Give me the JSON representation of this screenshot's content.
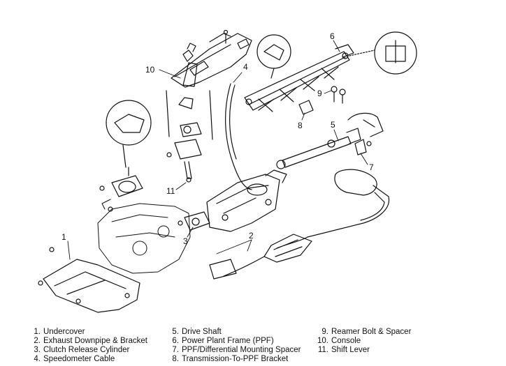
{
  "callouts": {
    "c1": "1",
    "c2": "2",
    "c3": "3",
    "c4": "4",
    "c5": "5",
    "c6": "6",
    "c7": "7",
    "c8": "8",
    "c9": "9",
    "c10": "10",
    "c11": "11"
  },
  "legend": {
    "col1": [
      {
        "num": "1.",
        "text": "Undercover"
      },
      {
        "num": "2.",
        "text": "Exhaust Downpipe & Bracket"
      },
      {
        "num": "3.",
        "text": "Clutch Release Cylinder"
      },
      {
        "num": "4.",
        "text": "Speedometer Cable"
      }
    ],
    "col2": [
      {
        "num": "5.",
        "text": "Drive Shaft"
      },
      {
        "num": "6.",
        "text": "Power Plant Frame (PPF)"
      },
      {
        "num": "7.",
        "text": "PPF/Differential Mounting Spacer"
      },
      {
        "num": "8.",
        "text": "Transmission-To-PPF Bracket"
      }
    ],
    "col3": [
      {
        "num": "9.",
        "text": "Reamer Bolt & Spacer"
      },
      {
        "num": "10.",
        "text": "Console"
      },
      {
        "num": "11.",
        "text": "Shift Lever"
      }
    ]
  }
}
